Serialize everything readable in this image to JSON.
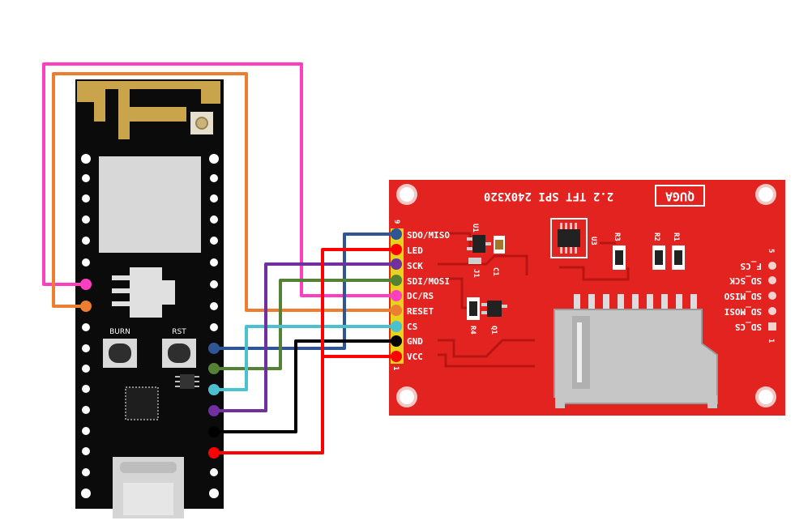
{
  "dev_board": {
    "button_burn": "BURN",
    "button_rst": "RST"
  },
  "display_module": {
    "logo": "QUGA",
    "title": "2.2 TFT SPI 240X320",
    "pin_number_top": "9",
    "pin_number_bottom": "1",
    "pins": [
      "SDO/MISO",
      "LED",
      "SCK",
      "SDI/MOSI",
      "DC/RS",
      "RESET",
      "CS",
      "GND",
      "VCC"
    ],
    "sd_pin_number_top": "5",
    "sd_pin_number_bottom": "1",
    "sd_pins": [
      "F_CS",
      "SD_SCK",
      "SD_MISO",
      "SD_MOSI",
      "SD_CS"
    ],
    "components": [
      "U1",
      "J1",
      "C1",
      "R4",
      "Q1",
      "U3",
      "R3",
      "R2",
      "R1"
    ]
  },
  "wires": [
    {
      "name": "SDO/MISO",
      "color": "#2f5597"
    },
    {
      "name": "LED",
      "color": "#ff0000"
    },
    {
      "name": "SCK",
      "color": "#7030a0"
    },
    {
      "name": "SDI/MOSI",
      "color": "#548235"
    },
    {
      "name": "DC/RS",
      "color": "#ff3fc0"
    },
    {
      "name": "RESET",
      "color": "#ed7d31"
    },
    {
      "name": "CS",
      "color": "#4bc0cf"
    },
    {
      "name": "GND",
      "color": "#000000"
    },
    {
      "name": "VCC",
      "color": "#ff0000"
    }
  ]
}
